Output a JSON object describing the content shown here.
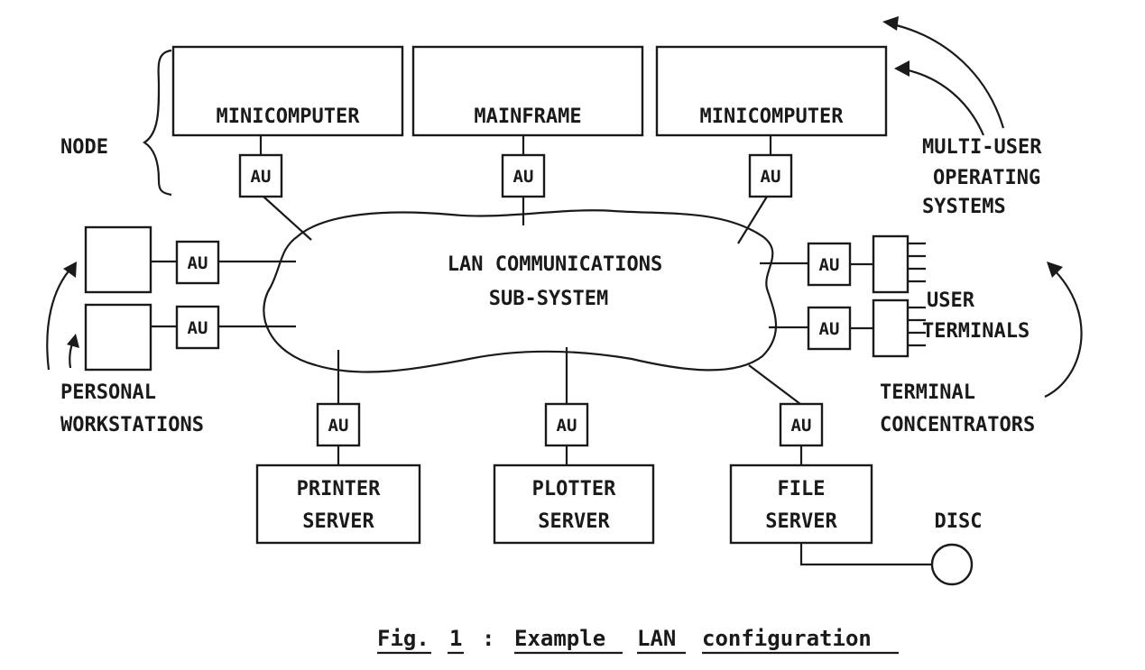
{
  "nodes": {
    "minicomputer_left": "MINICOMPUTER",
    "mainframe": "MAINFRAME",
    "minicomputer_right": "MINICOMPUTER"
  },
  "au_label": "AU",
  "network": {
    "line1": "LAN COMMUNICATIONS",
    "line2": "SUB-SYSTEM"
  },
  "servers": {
    "printer": [
      "PRINTER",
      "SERVER"
    ],
    "plotter": [
      "PLOTTER",
      "SERVER"
    ],
    "file": [
      "FILE",
      "SERVER"
    ]
  },
  "labels": {
    "node": "NODE",
    "multi_user": [
      "MULTI-USER",
      "OPERATING",
      "SYSTEMS"
    ],
    "personal_workstations": [
      "PERSONAL",
      "WORKSTATIONS"
    ],
    "user_terminals": [
      "USER",
      "TERMINALS"
    ],
    "terminal_concentrators": [
      "TERMINAL",
      "CONCENTRATORS"
    ],
    "disc": "DISC"
  },
  "caption": {
    "prefix": "Fig.",
    "number": "1",
    "separator": ":",
    "word1": "Example",
    "word2": "LAN",
    "word3": "configuration"
  }
}
